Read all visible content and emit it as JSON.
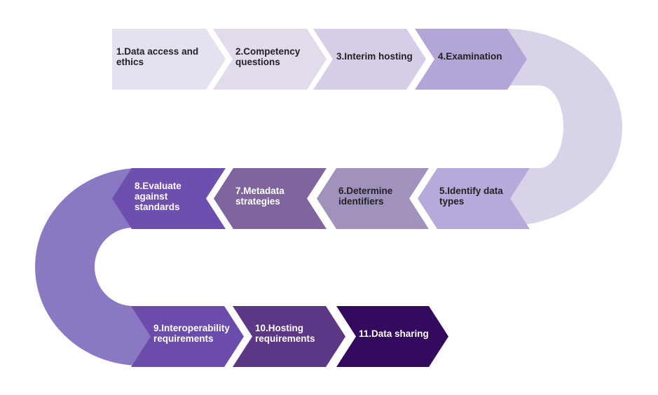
{
  "steps": [
    {
      "number": "1.",
      "lines": [
        "1.Data access and",
        "ethics"
      ],
      "fill": "#e6e1ee",
      "text_color": "#222222"
    },
    {
      "number": "2.",
      "lines": [
        "2.Competency",
        "questions"
      ],
      "fill": "#e1dbec",
      "text_color": "#222222"
    },
    {
      "number": "3.",
      "lines": [
        "3.Interim hosting"
      ],
      "fill": "#d6cde7",
      "text_color": "#222222"
    },
    {
      "number": "4.",
      "lines": [
        "4.Examination"
      ],
      "fill": "#b3a6d6",
      "text_color": "#222222"
    },
    {
      "number": "5.",
      "lines": [
        "5.Identify data",
        "types"
      ],
      "fill": "#b5aad9",
      "text_color": "#222222"
    },
    {
      "number": "6.",
      "lines": [
        "6.Determine",
        "identifiers"
      ],
      "fill": "#a192bd",
      "text_color": "#222222"
    },
    {
      "number": "7.",
      "lines": [
        "7.Metadata",
        "strategies"
      ],
      "fill": "#7f649d",
      "text_color": "#ffffff"
    },
    {
      "number": "8.",
      "lines": [
        "8.Evaluate",
        "against",
        "standards"
      ],
      "fill": "#6c4fae",
      "text_color": "#ffffff"
    },
    {
      "number": "9.",
      "lines": [
        "9.Interoperability",
        "requirements"
      ],
      "fill": "#6b4cab",
      "text_color": "#ffffff"
    },
    {
      "number": "10.",
      "lines": [
        "10.Hosting",
        "requirements"
      ],
      "fill": "#5c3785",
      "text_color": "#ffffff"
    },
    {
      "number": "11.",
      "lines": [
        "11.Data sharing"
      ],
      "fill": "#330a5e",
      "text_color": "#ffffff"
    }
  ],
  "colors": {
    "top_curve": "#d9d3e9",
    "bottom_curve": "#8a78c2"
  }
}
